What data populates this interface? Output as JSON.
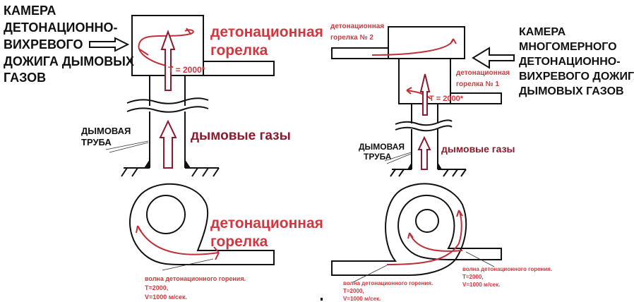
{
  "left": {
    "chamber_label": [
      "КАМЕРА",
      "ДЕТОНАЦИОННО-",
      "ВИХРЕВОГО",
      "ДОЖИГА ДЫМОВЫХ",
      "ГАЗОВ"
    ],
    "burner_label": [
      "детонационная",
      "горелка"
    ],
    "temperature": "T = 2000*",
    "chimney_label": [
      "ДЫМОВАЯ",
      "ТРУБА"
    ],
    "flue_gas_label": "дымовые газы",
    "spiral_burner_label": [
      "детонационная",
      "горелка"
    ],
    "wave_label": [
      "волна детонационного горения.",
      "T=2000,",
      "V=1000 м/сек."
    ]
  },
  "right": {
    "burner2_label": [
      "детонационная",
      "горелка № 2"
    ],
    "chamber_label": [
      "КАМЕРА",
      "МНОГОМЕРНОГО",
      "ДЕТОНАЦИОННО-",
      "ВИХРЕВОГО ДОЖИГА",
      "ДЫМОВЫХ ГАЗОВ"
    ],
    "burner1_label": [
      "детонационная",
      "горелка № 1"
    ],
    "temperature": "T = 2000*",
    "chimney_label": [
      "ДЫМОВАЯ",
      "ТРУБА"
    ],
    "flue_gas_label": "дымовые газы",
    "wave_label_left": [
      "волна детонационного горения.",
      "T=2000,",
      "V=1000 м/сек."
    ],
    "wave_label_right": [
      "волна детонационного горения.",
      "T=2000,",
      "V=1000 м/сек."
    ]
  }
}
